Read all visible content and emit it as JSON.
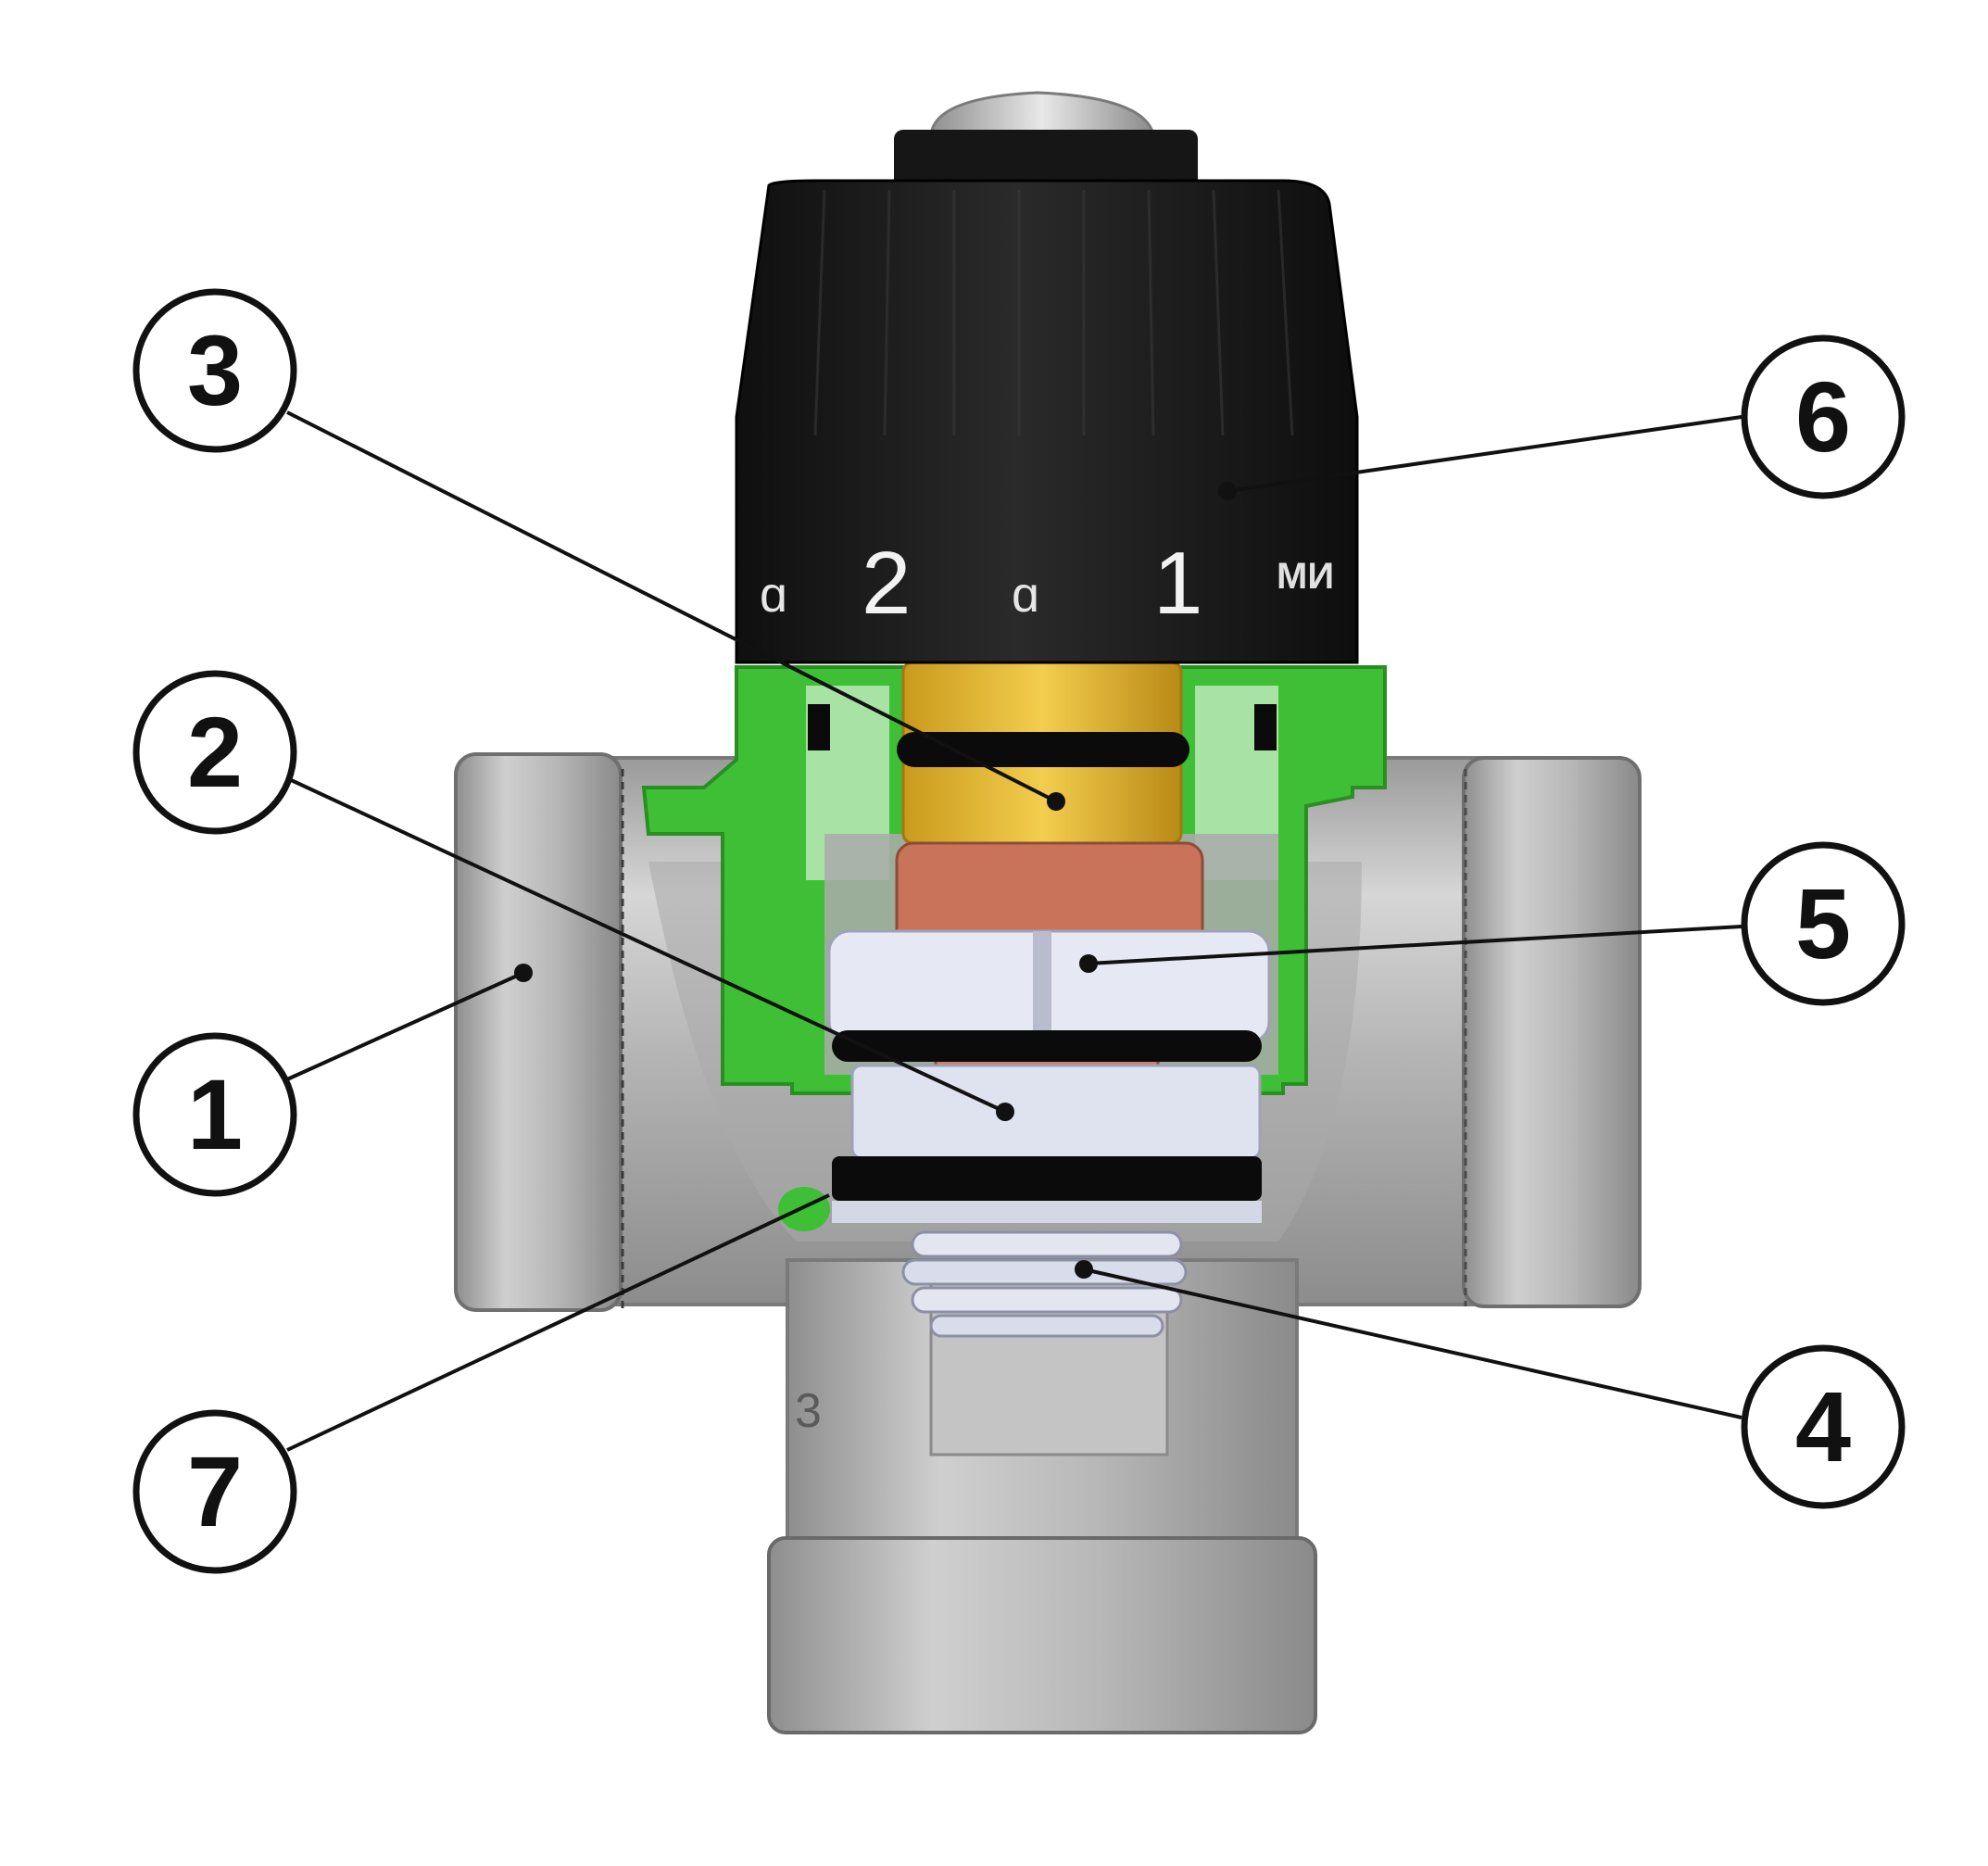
{
  "colors": {
    "body_metal": "#bdbdbd",
    "knob": "#1b1b1b",
    "cartridge_green": "#3fbf35",
    "brass": "#e3b52d",
    "copper": "#c9745a",
    "piston": "#d9dcec",
    "seal": "#0b0b0b"
  },
  "knob_scale": {
    "digit_left": "2",
    "digit_right": "1",
    "small_left": "ɑ",
    "small_right": "ɑ",
    "mark": "MИ"
  },
  "body_mark": "3",
  "callouts": [
    {
      "id": "1",
      "label": "1"
    },
    {
      "id": "2",
      "label": "2"
    },
    {
      "id": "3",
      "label": "3"
    },
    {
      "id": "4",
      "label": "4"
    },
    {
      "id": "5",
      "label": "5"
    },
    {
      "id": "6",
      "label": "6"
    },
    {
      "id": "7",
      "label": "7"
    }
  ]
}
